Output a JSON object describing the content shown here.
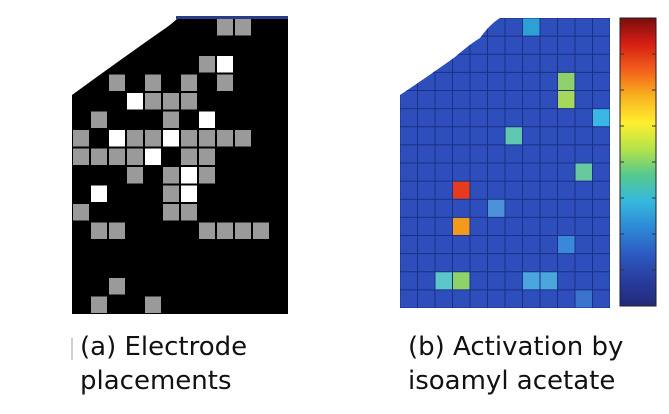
{
  "captions": {
    "a": "(a) Electrode\nplacements",
    "b": "(b) Activation by\nisoamyl acetate"
  },
  "grid": {
    "rows": 16,
    "cols": 12
  },
  "panel_a": {
    "background": "#000000",
    "electrode_color": "#9a9a9a",
    "bright_color": "#ffffff",
    "electrodes_gray": [
      [
        0,
        8
      ],
      [
        0,
        9
      ],
      [
        2,
        7
      ],
      [
        3,
        2
      ],
      [
        3,
        4
      ],
      [
        3,
        6
      ],
      [
        3,
        8
      ],
      [
        4,
        4
      ],
      [
        4,
        5
      ],
      [
        4,
        6
      ],
      [
        5,
        1
      ],
      [
        5,
        5
      ],
      [
        6,
        0
      ],
      [
        6,
        3
      ],
      [
        6,
        4
      ],
      [
        6,
        6
      ],
      [
        6,
        7
      ],
      [
        6,
        8
      ],
      [
        6,
        9
      ],
      [
        7,
        0
      ],
      [
        7,
        1
      ],
      [
        7,
        2
      ],
      [
        7,
        3
      ],
      [
        7,
        6
      ],
      [
        7,
        7
      ],
      [
        8,
        3
      ],
      [
        8,
        5
      ],
      [
        8,
        6
      ],
      [
        8,
        7
      ],
      [
        9,
        5
      ],
      [
        9,
        6
      ],
      [
        10,
        0
      ],
      [
        10,
        5
      ],
      [
        10,
        6
      ],
      [
        11,
        1
      ],
      [
        11,
        2
      ],
      [
        11,
        7
      ],
      [
        11,
        8
      ],
      [
        11,
        9
      ],
      [
        11,
        10
      ]
    ],
    "electrodes_white": [
      [
        2,
        8
      ],
      [
        4,
        3
      ],
      [
        5,
        7
      ],
      [
        6,
        2
      ],
      [
        6,
        5
      ],
      [
        7,
        4
      ],
      [
        8,
        6
      ],
      [
        9,
        1
      ],
      [
        9,
        6
      ]
    ],
    "bottom_gray": [
      [
        14,
        2
      ],
      [
        15,
        1
      ],
      [
        15,
        4
      ]
    ]
  },
  "panel_b": {
    "background": "#2e4fbb",
    "grid_line": "#1b2f86",
    "active_cells": [
      {
        "cell": [
          0,
          7
        ],
        "color": "#2ea0d6"
      },
      {
        "cell": [
          3,
          9
        ],
        "color": "#8fd06a"
      },
      {
        "cell": [
          4,
          9
        ],
        "color": "#a6d85c"
      },
      {
        "cell": [
          5,
          11
        ],
        "color": "#39b8e6"
      },
      {
        "cell": [
          6,
          6
        ],
        "color": "#60c8b0"
      },
      {
        "cell": [
          8,
          10
        ],
        "color": "#6ac8a0"
      },
      {
        "cell": [
          9,
          3
        ],
        "color": "#e83b1e"
      },
      {
        "cell": [
          10,
          5
        ],
        "color": "#4a92d8"
      },
      {
        "cell": [
          11,
          3
        ],
        "color": "#f29a1c"
      },
      {
        "cell": [
          12,
          9
        ],
        "color": "#3a88d8"
      },
      {
        "cell": [
          14,
          2
        ],
        "color": "#5cc7c8"
      },
      {
        "cell": [
          14,
          3
        ],
        "color": "#8dd36a"
      },
      {
        "cell": [
          14,
          7
        ],
        "color": "#4aa6dc"
      },
      {
        "cell": [
          14,
          8
        ],
        "color": "#4aa6dc"
      },
      {
        "cell": [
          15,
          10
        ],
        "color": "#3a74cc"
      }
    ]
  },
  "colorbar": {
    "stops": [
      "#7a0d0d",
      "#d71f14",
      "#f2611b",
      "#f8b31f",
      "#ffef2f",
      "#b5e34a",
      "#55c98e",
      "#35b9de",
      "#2e89d6",
      "#2d5bc2",
      "#283d9e",
      "#222a7a"
    ]
  }
}
